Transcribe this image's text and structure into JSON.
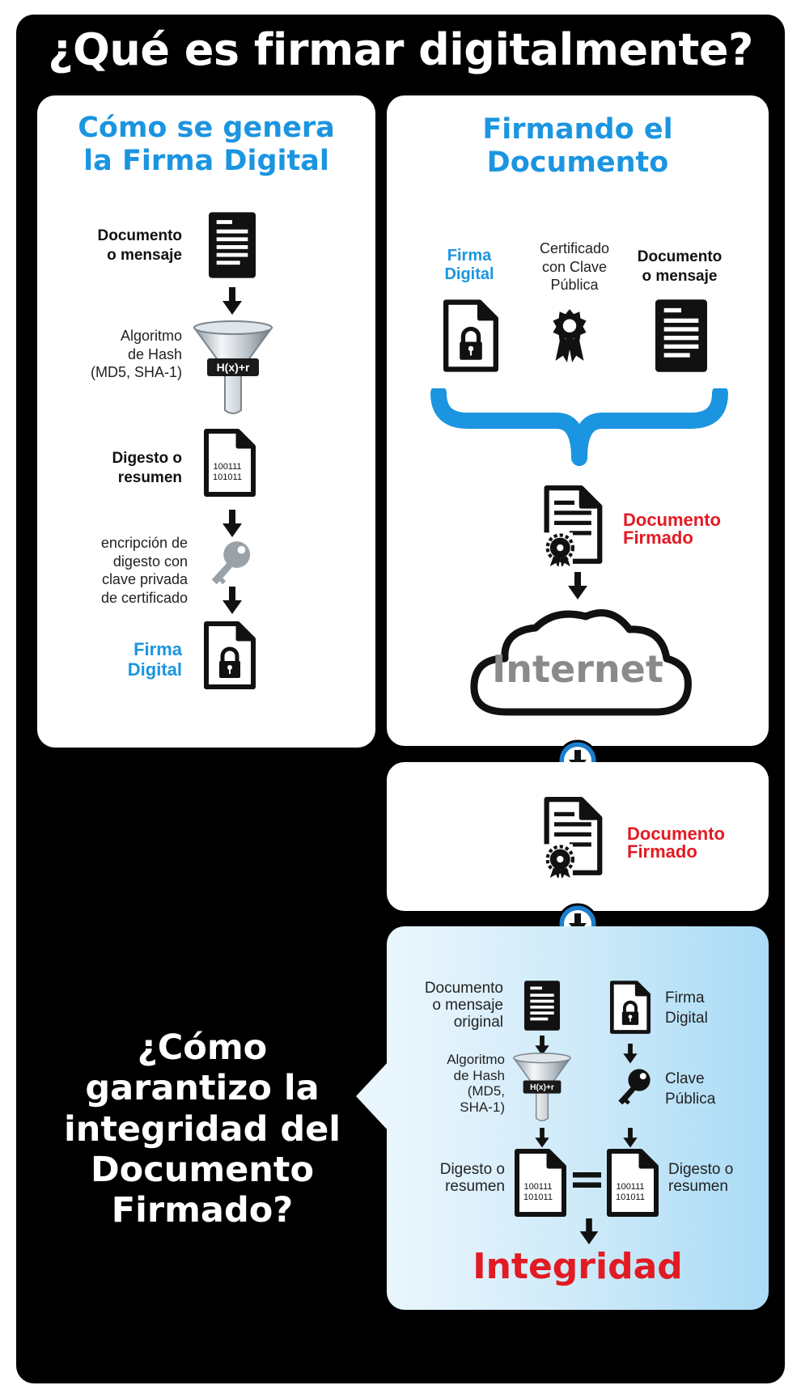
{
  "title": "¿Qué es firmar digitalmente?",
  "generate": {
    "title_line1": "Cómo se genera",
    "title_line2": "la Firma Digital",
    "doc_label_1": "Documento",
    "doc_label_2": "o mensaje",
    "hash_label_1": "Algoritmo",
    "hash_label_2": "de Hash",
    "hash_label_3": "(MD5, SHA-1)",
    "funnel_text": "H(x)+r",
    "digest_label_1": "Digesto o",
    "digest_label_2": "resumen",
    "digest_bits_1": "100111",
    "digest_bits_2": "101011",
    "encrypt_label_1": "encripción de",
    "encrypt_label_2": "digesto con",
    "encrypt_label_3": "clave privada",
    "encrypt_label_4": "de certificado",
    "signature_label_1": "Firma",
    "signature_label_2": "Digital"
  },
  "signing": {
    "title_line1": "Firmando el",
    "title_line2": "Documento",
    "sig_label_1": "Firma",
    "sig_label_2": "Digital",
    "cert_label_1": "Certificado",
    "cert_label_2": "con Clave",
    "cert_label_3": "Pública",
    "doc_label_1": "Documento",
    "doc_label_2": "o mensaje",
    "signed_label_1": "Documento",
    "signed_label_2": "Firmado",
    "internet_label": "Internet"
  },
  "received": {
    "signed_label_1": "Documento",
    "signed_label_2": "Firmado"
  },
  "verify": {
    "question": [
      "¿Cómo",
      "garantizo la",
      "integridad del",
      "Documento",
      "Firmado?"
    ],
    "orig_doc_1": "Documento",
    "orig_doc_2": "o mensaje",
    "orig_doc_3": "original",
    "hash_1": "Algoritmo",
    "hash_2": "de Hash",
    "hash_3": "(MD5,",
    "hash_4": "SHA-1)",
    "funnel_text": "H(x)+r",
    "sig_1": "Firma",
    "sig_2": "Digital",
    "pubkey_1": "Clave",
    "pubkey_2": "Pública",
    "digest_left_1": "Digesto o",
    "digest_left_2": "resumen",
    "digest_right_1": "Digesto o",
    "digest_right_2": "resumen",
    "bits_1": "100111",
    "bits_2": "101011",
    "equals": "=",
    "result": "Integridad"
  },
  "colors": {
    "background": "#000000",
    "panel": "#ffffff",
    "title_blue": "#1b95e0",
    "accent_red": "#e21b23",
    "verify_panel": "#cfeaf9",
    "arrow_circle": "#1b7fd0"
  }
}
